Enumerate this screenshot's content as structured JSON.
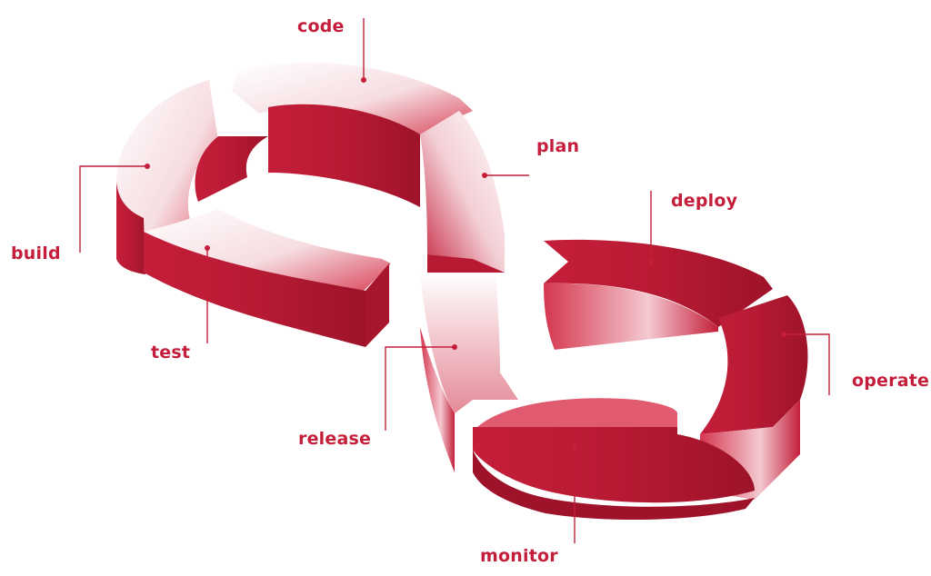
{
  "diagram": {
    "stages": {
      "code": "code",
      "plan": "plan",
      "deploy": "deploy",
      "build": "build",
      "test": "test",
      "operate": "operate",
      "release": "release",
      "monitor": "monitor"
    },
    "colors": {
      "accent": "#c41e3a",
      "dark": "#a8162d",
      "light": "#ffffff"
    }
  }
}
